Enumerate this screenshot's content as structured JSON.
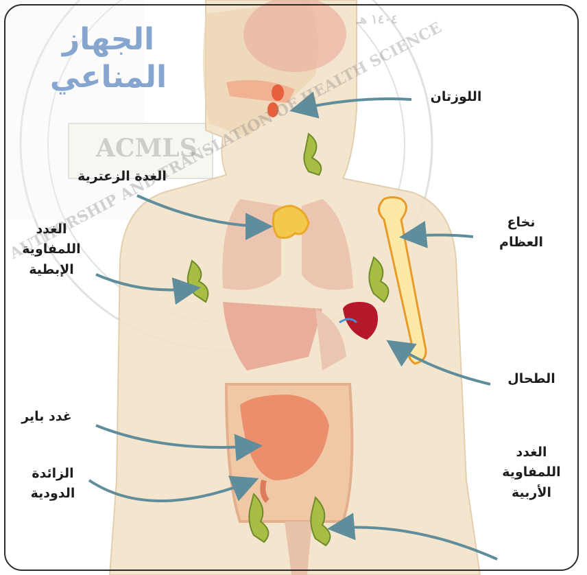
{
  "title": {
    "line1": "الجهاز",
    "line2": "المناعي"
  },
  "watermark": {
    "main": "ACMLS",
    "arc": "AUTHORSHIP AND TRANSLATION OF HEALTH SCIENCE",
    "year": "١٤٠٤ هـ"
  },
  "labels": {
    "tonsils": "اللوزتان",
    "thymus": "الغدة الزعترية",
    "axillary_nodes": [
      "الغدد",
      "اللمفاوية",
      "الإبطية"
    ],
    "bone_marrow": [
      "نخاع",
      "العظام"
    ],
    "spleen": "الطحال",
    "peyer": "غدد باير",
    "appendix": [
      "الزائدة",
      "الدودية"
    ],
    "inguinal_nodes": [
      "الغدد",
      "اللمفاوية",
      "الأربية"
    ]
  },
  "colors": {
    "arrow": "#5f8d9b",
    "title": "#86a6cf",
    "body_fill": "#f3e3c9",
    "lymph_node": "#a7bd43",
    "thymus": "#f2c94c",
    "spleen": "#b5182a",
    "bone": "#fde9a6",
    "intestine": "#e9805a"
  },
  "icons": [
    "body-silhouette",
    "lymph-node-icon",
    "bone-icon",
    "spleen-icon",
    "thymus-icon"
  ]
}
